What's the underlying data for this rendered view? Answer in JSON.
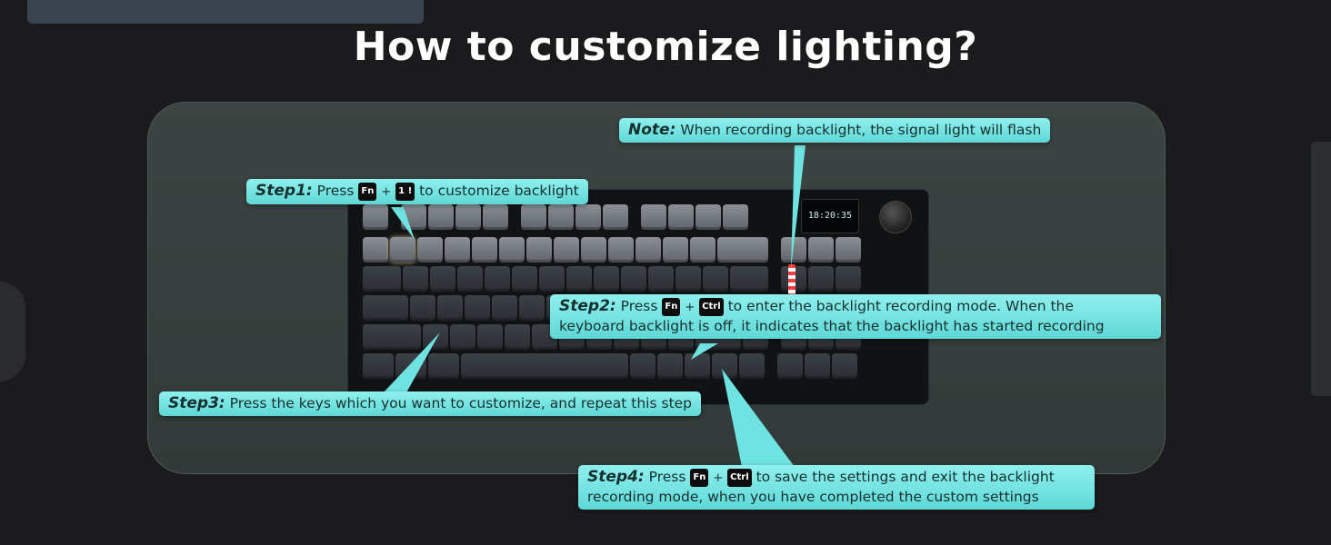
{
  "title": "How to customize lighting?",
  "keyboard_screen": {
    "time": "18:20:35"
  },
  "note": {
    "label": "Note:",
    "text": "When recording backlight, the signal light will flash"
  },
  "step1": {
    "label": "Step1:",
    "press": "Press",
    "key1": "Fn",
    "plus": "+",
    "key2": "1 !",
    "text": "to customize backlight"
  },
  "step2": {
    "label": "Step2:",
    "press": "Press",
    "key1": "Fn",
    "plus": "+",
    "key2": "Ctrl",
    "text_line1": "to enter the backlight recording mode. When the",
    "text_line2": "keyboard backlight is off, it indicates that the backlight has started recording"
  },
  "step3": {
    "label": "Step3:",
    "text": "Press the keys which you want to customize, and repeat this step"
  },
  "step4": {
    "label": "Step4:",
    "press": "Press",
    "key1": "Fn",
    "plus": "+",
    "key2": "Ctrl",
    "text_line1": "to save the settings and exit the backlight",
    "text_line2": "recording mode, when you have completed the custom settings"
  },
  "colors": {
    "callout_bg": "#6fe3e1",
    "background": "#1b1b1d",
    "mat": "#363f3d"
  }
}
